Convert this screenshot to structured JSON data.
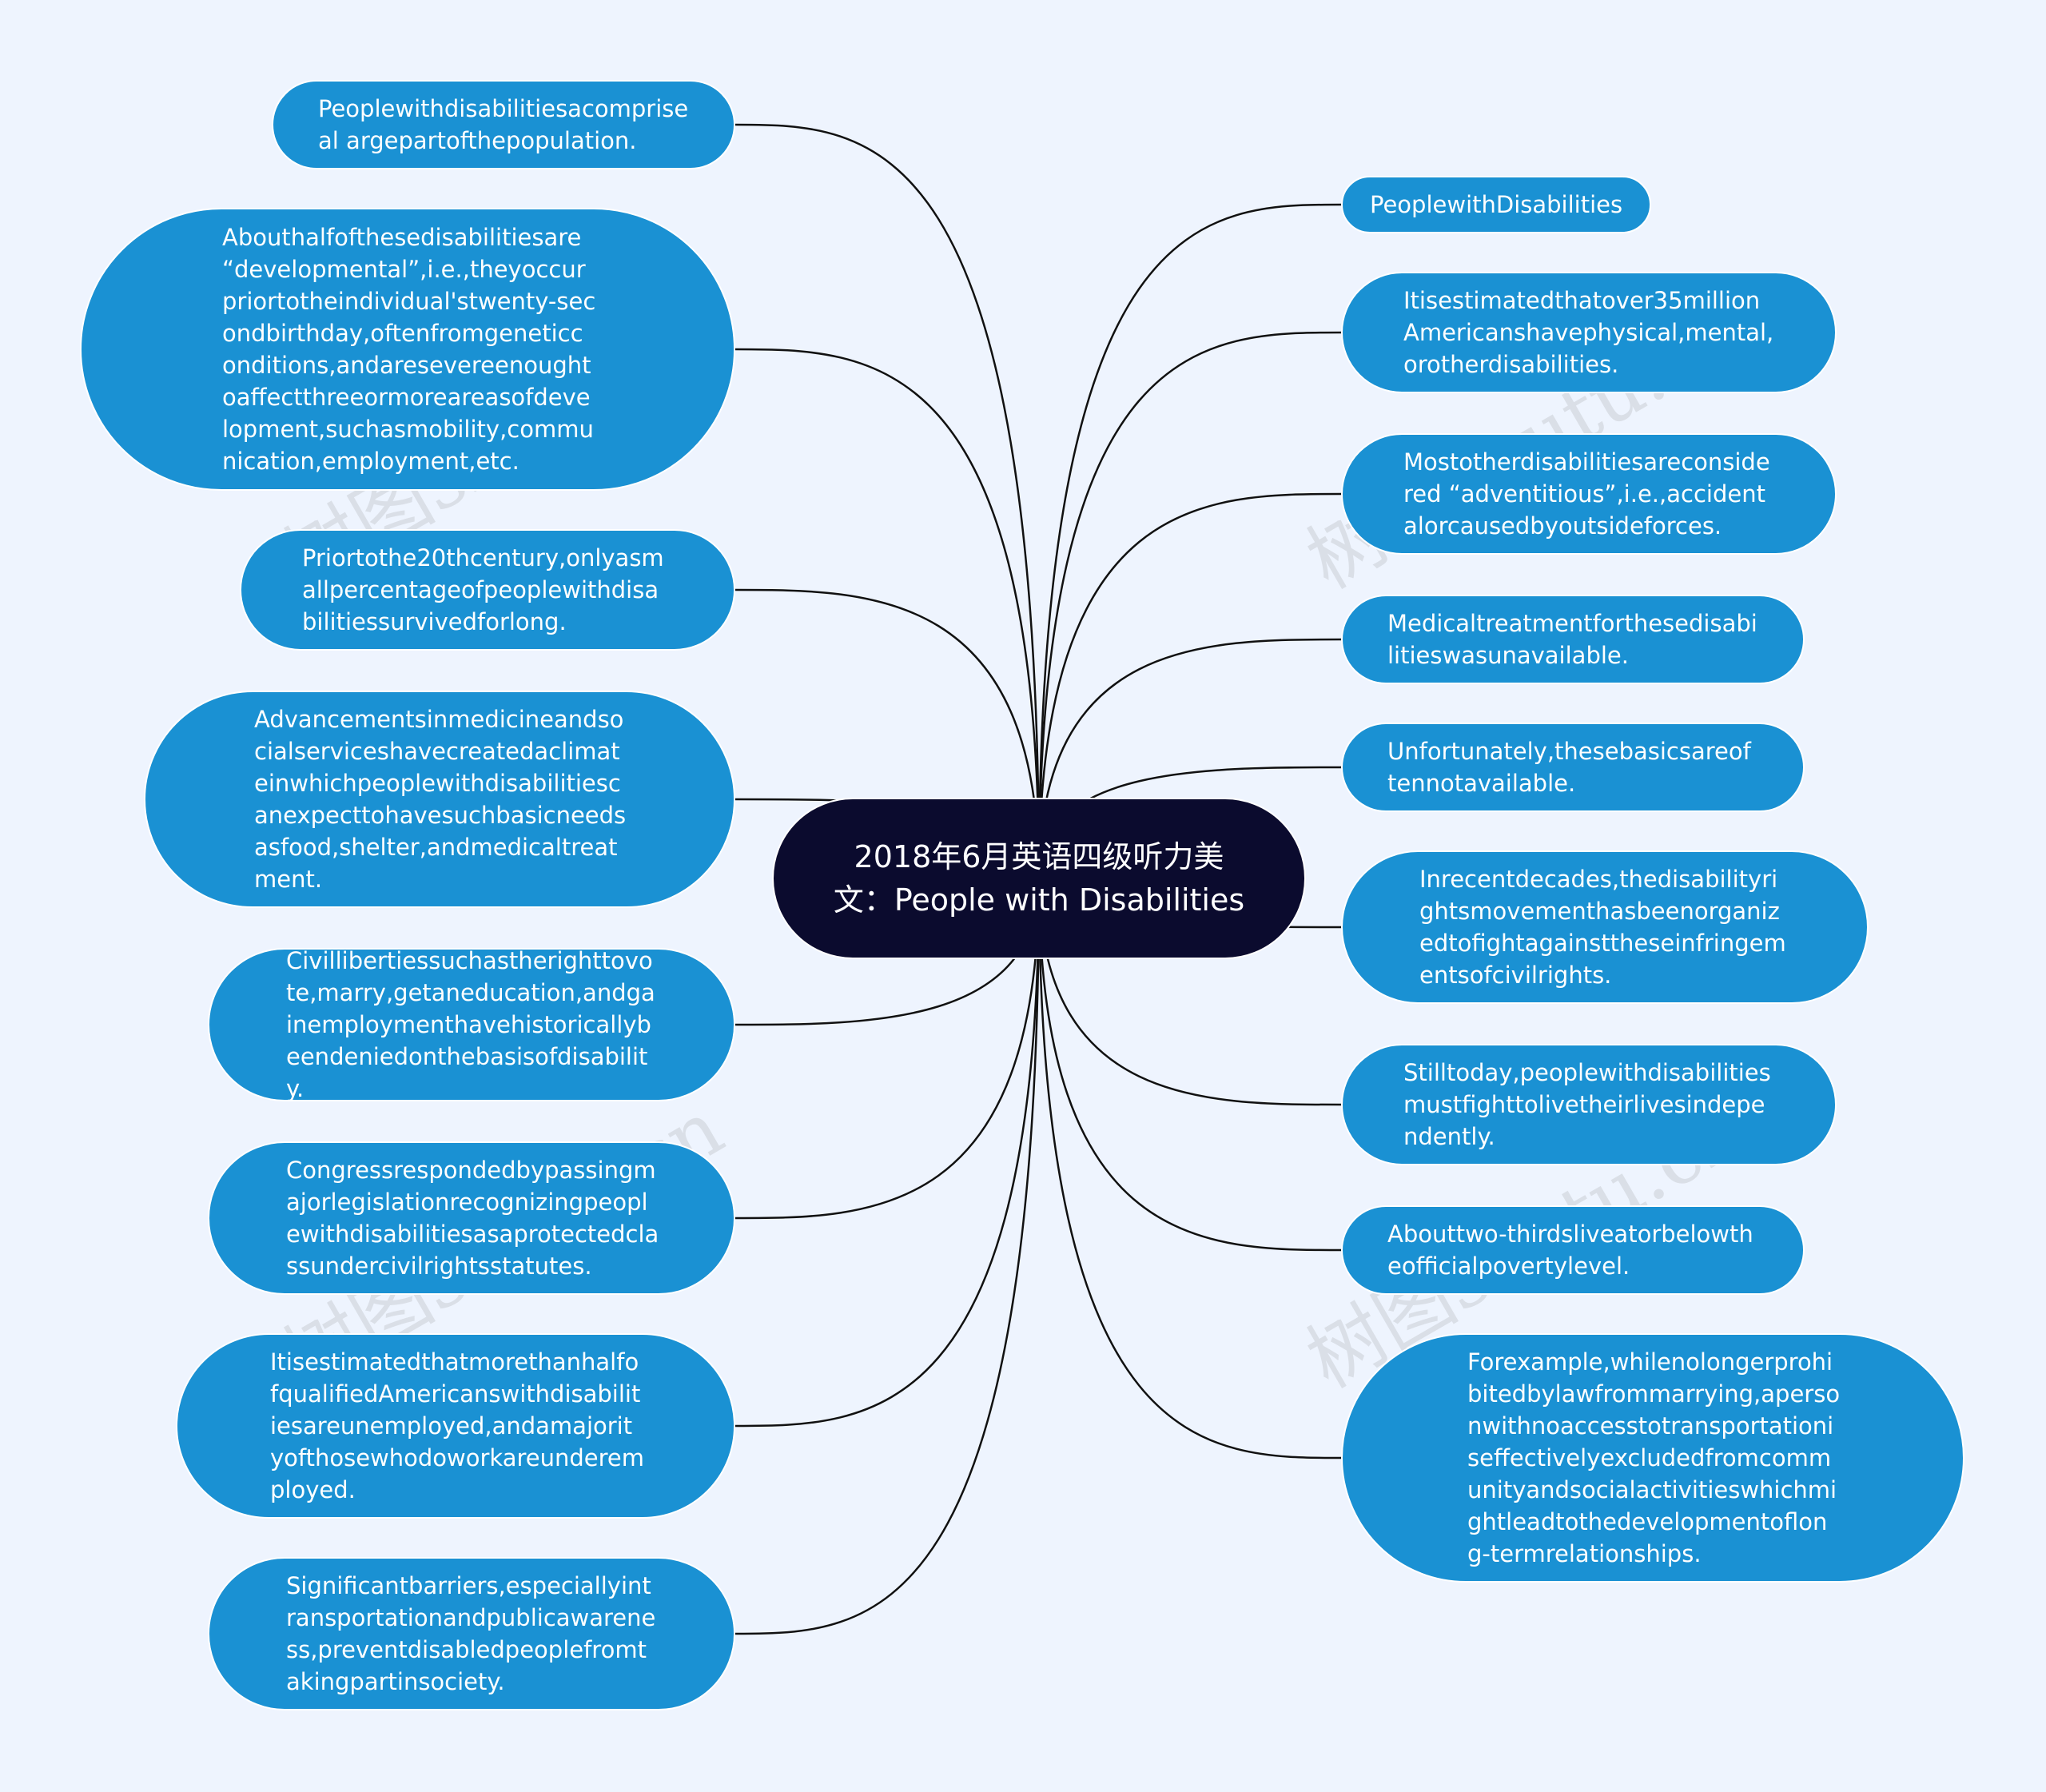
{
  "center": {
    "title": "2018年6月英语四级听力美文：People with Disabilities"
  },
  "left_nodes": [
    "Peoplewithdisabilitiesacompriseal argepartofthepopulation.",
    "Abouthalfofthesedisabilitiesare “developmental”,i.e.,theyoccurpriortotheindividual'stwenty-secondbirthday,oftenfromgeneticconditions,andaresevereenoughtoaffectthreeormoreareasofdevelopment,suchasmobility,communication,employment,etc.",
    "Priortothe20thcentury,onlyasmallpercentageofpeoplewithdisabilitiessurvivedforlong.",
    "Advancementsinmedicineandsocialserviceshavecreatedaclimateinwhichpeoplewithdisabilitiescanexpecttohavesuchbasicneedsasfood,shelter,andmedicaltreatment.",
    "Civillibertiessuchastherighttovote,marry,getaneducation,andgainemploymenthavehistoricallybeendeniedonthebasisofdisability.",
    "Congressrespondedbypassingmajorlegislationrecognizingpeoplewithdisabilitiesasaprotectedclassundercivilrightsstatutes.",
    "ItisestimatedthatmorethanhalfofqualifiedAmericanswithdisabilitiesareunemployed,andamajorityofthosewhodoworkareunderemployed.",
    "Significantbarriers,especiallyintransportationandpublicawareness,preventdisabledpeoplefromtakingpartinsociety."
  ],
  "right_nodes": [
    "PeoplewithDisabilities",
    "Itisestimatedthatover35millionAmericanshavephysical,mental,orotherdisabilities.",
    "Mostotherdisabilitiesareconsidered “adventitious”,i.e.,accidentalorcausedbyoutsideforces.",
    "Medicaltreatmentforthesedisabilitieswasunavailable.",
    "Unfortunately,thesebasicsareoftennotavailable.",
    "Inrecentdecades,thedisabilityrightsmovementhasbeenorganizedtofightagainsttheseinfringementsofcivilrights.",
    "Stilltoday,peoplewithdisabilitiesmustfighttolivetheirlivesindependently.",
    "Abouttwo-thirdsliveatorbelowtheofficialpovertylevel.",
    "Forexample,whilenolongerprohibitedbylawfrommarrying,apersonwithnoaccesstotransportationiseffectivelyexcludedfromcommunityandsocialactivitieswhichmightleadtothedevelopmentoflong-termrelationships."
  ],
  "watermark": "树图shutu.cn",
  "colors": {
    "background": "#eef4fe",
    "node": "#1a91d3",
    "center": "#0b0b2e",
    "link": "#111111"
  }
}
